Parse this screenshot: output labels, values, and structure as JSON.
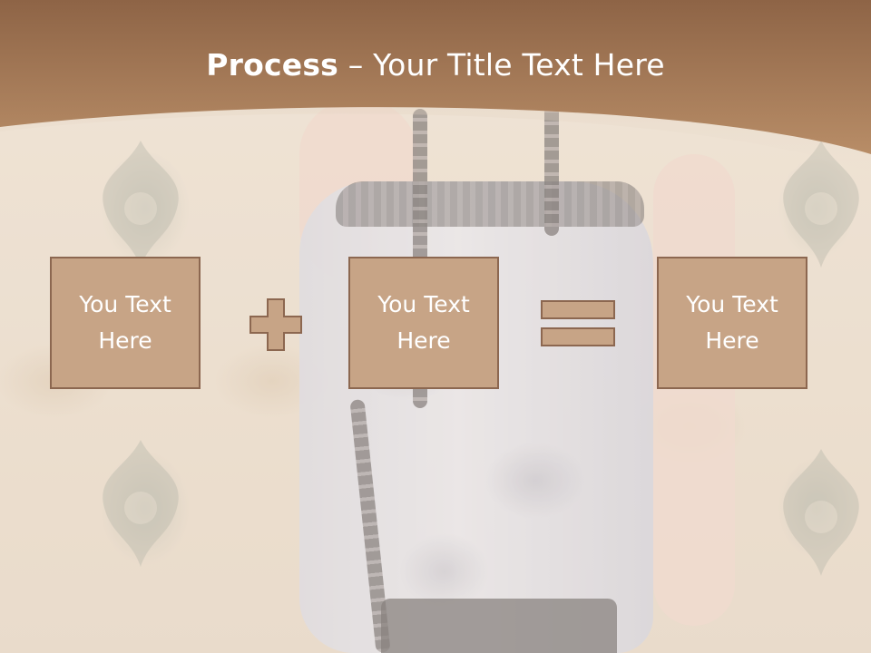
{
  "slide": {
    "title_bold": "Process",
    "title_rest": " – Your Title Text Here"
  },
  "process": {
    "boxes": [
      {
        "text": "You Text Here"
      },
      {
        "text": "You Text Here"
      },
      {
        "text": "You Text Here"
      }
    ],
    "operators": [
      "plus-icon",
      "equals-icon"
    ]
  },
  "colors": {
    "header": "#a97a57",
    "box_fill": "#c7a486",
    "box_border": "#8c6750",
    "operator_fill": "#c7a486",
    "operator_border": "#8c6750",
    "title_text": "#ffffff"
  }
}
